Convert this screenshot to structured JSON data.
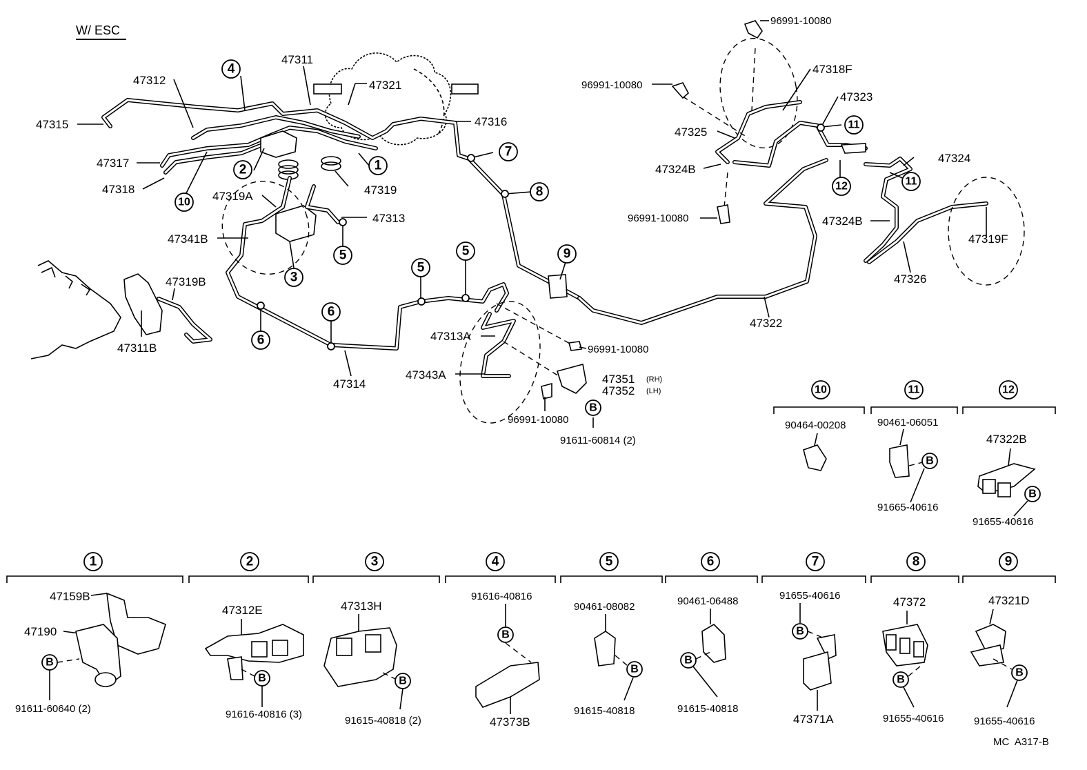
{
  "header": {
    "variant": "W/ ESC",
    "code": "MC  A317-B"
  },
  "parts": {
    "p47315": "47315",
    "p47312": "47312",
    "p47311": "47311",
    "p47321": "47321",
    "p47316": "47316",
    "p47317": "47317",
    "p47318": "47318",
    "p47319": "47319",
    "p47319A": "47319A",
    "p47313": "47313",
    "p47341B": "47341B",
    "p47319B": "47319B",
    "p47311B": "47311B",
    "p47314": "47314",
    "p47313A": "47313A",
    "p47343A": "47343A",
    "p47351": "47351",
    "p47352": "47352",
    "rh": "(RH)",
    "lh": "(LH)",
    "c9699110080a": "96991-10080",
    "c9699110080b": "96991-10080",
    "c9699110080c": "96991-10080",
    "c9699110080d": "96991-10080",
    "c9699110080e": "96991-10080",
    "b9161160814": "91611-60814 (2)",
    "p47318F": "47318F",
    "p47323": "47323",
    "p47325": "47325",
    "p47324B_a": "47324B",
    "p47324": "47324",
    "p47324B_b": "47324B",
    "p47319F": "47319F",
    "p47326": "47326",
    "p47322": "47322"
  },
  "callouts": [
    "1",
    "2",
    "3",
    "4",
    "5",
    "6",
    "7",
    "8",
    "9",
    "10",
    "11",
    "12"
  ],
  "bolt_symbol": "B",
  "details": {
    "d10": {
      "num": "10",
      "part": "90464-00208"
    },
    "d11": {
      "num": "11",
      "part": "90461-06051",
      "bolt": "91665-40616"
    },
    "d12": {
      "num": "12",
      "part": "47322B",
      "bolt": "91655-40616"
    },
    "d1": {
      "num": "1",
      "partA": "47159B",
      "partB": "47190",
      "bolt": "91611-60640 (2)"
    },
    "d2": {
      "num": "2",
      "part": "47312E",
      "bolt": "91616-40816 (3)"
    },
    "d3": {
      "num": "3",
      "part": "47313H",
      "bolt": "91615-40818 (2)"
    },
    "d4": {
      "num": "4",
      "bolt": "91616-40816",
      "part": "47373B"
    },
    "d5": {
      "num": "5",
      "part": "90461-08082",
      "bolt": "91615-40818"
    },
    "d6": {
      "num": "6",
      "part": "90461-06488",
      "bolt": "91615-40818"
    },
    "d7": {
      "num": "7",
      "bolt": "91655-40616",
      "part": "47371A"
    },
    "d8": {
      "num": "8",
      "part": "47372",
      "bolt": "91655-40616"
    },
    "d9": {
      "num": "9",
      "part": "47321D",
      "bolt": "91655-40616"
    }
  }
}
